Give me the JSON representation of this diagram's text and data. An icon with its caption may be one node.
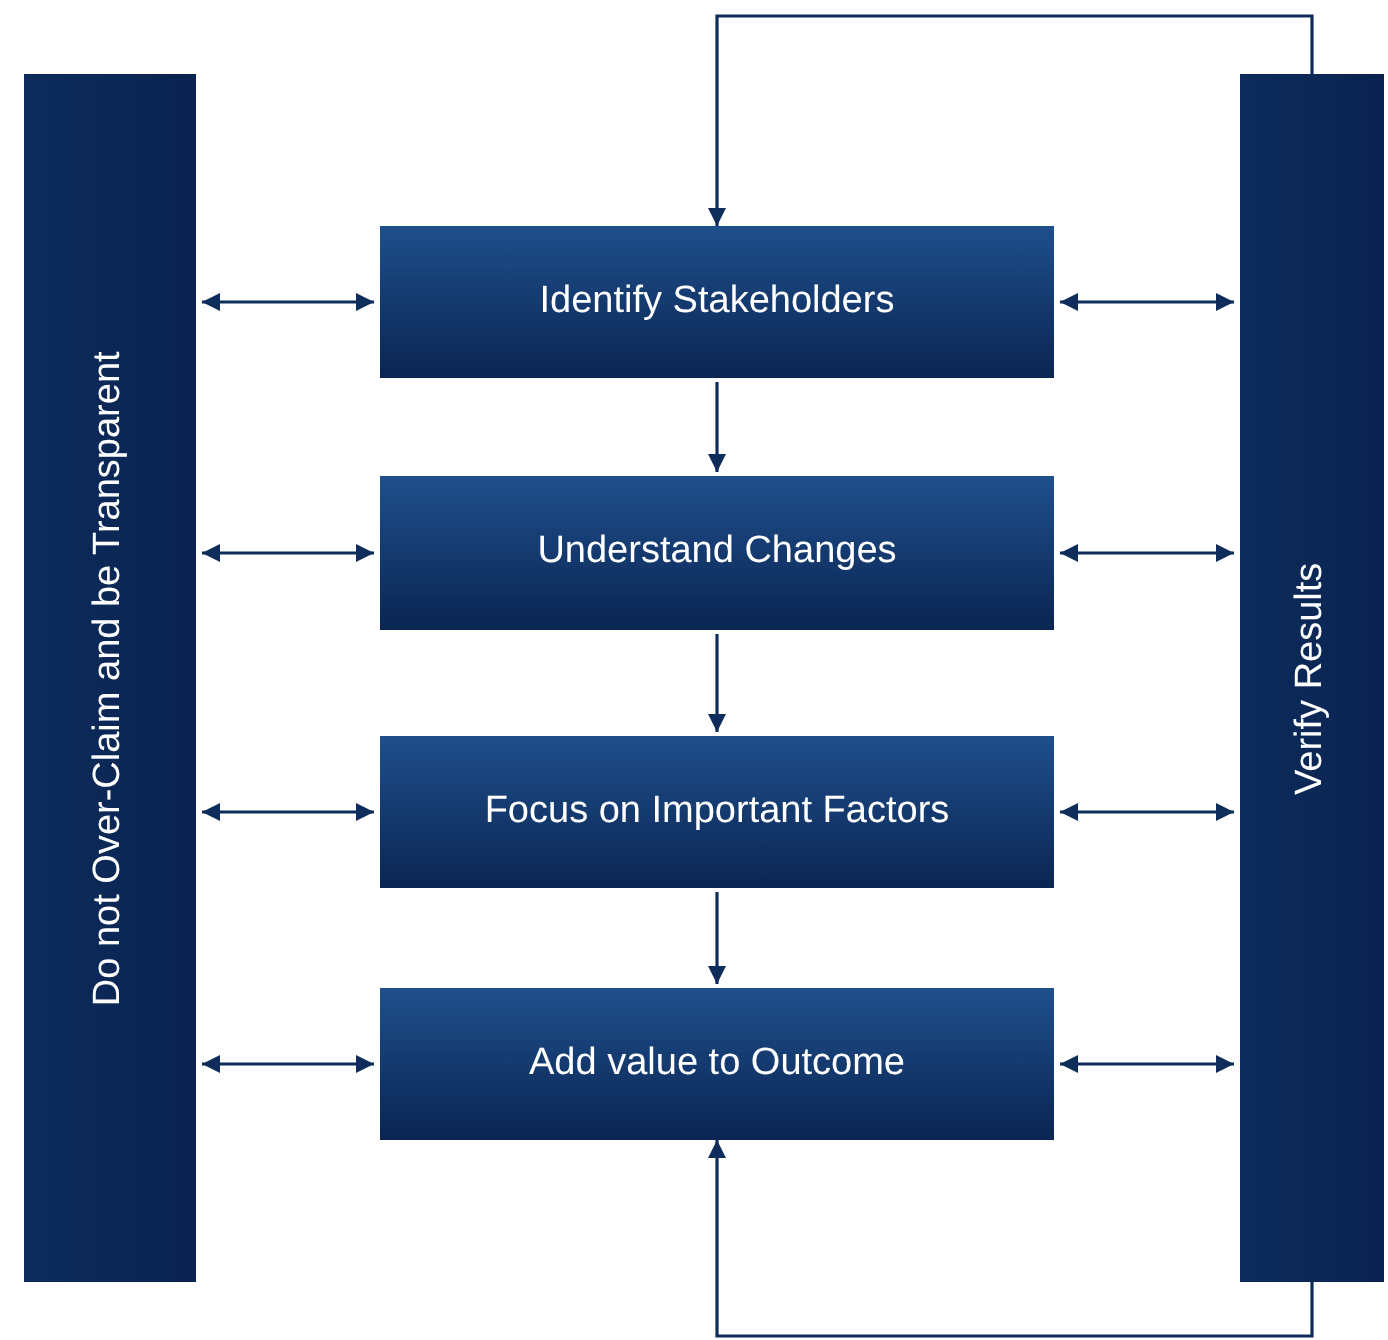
{
  "diagram": {
    "nodes": [
      {
        "text": [
          "Do not Over-Claim and be Transparent"
        ]
      },
      {
        "text": [
          "Identify Stakeholders"
        ]
      },
      {
        "text": [
          "Understand Changes"
        ]
      },
      {
        "text": [
          "Focus on Important Factors"
        ]
      },
      {
        "text": [
          "Add value to Outcome"
        ]
      },
      {
        "text": [
          "Verify Results"
        ]
      }
    ],
    "edges": [
      {
        "from": 0,
        "to": 1,
        "arrow": "both"
      },
      {
        "from": 1,
        "to": 5,
        "arrow": "both"
      },
      {
        "from": 1,
        "to": 2,
        "arrow": "to"
      },
      {
        "from": 0,
        "to": 2,
        "arrow": "both"
      },
      {
        "from": 2,
        "to": 5,
        "arrow": "both"
      },
      {
        "from": 2,
        "to": 3,
        "arrow": "to"
      },
      {
        "from": 0,
        "to": 3,
        "arrow": "both"
      },
      {
        "from": 3,
        "to": 5,
        "arrow": "both"
      },
      {
        "from": 3,
        "to": 4,
        "arrow": "to"
      },
      {
        "from": 0,
        "to": 4,
        "arrow": "both"
      },
      {
        "from": 4,
        "to": 5,
        "arrow": "both"
      },
      {
        "from": 5,
        "to": 1,
        "arrow": "to"
      },
      {
        "from": 5,
        "to": 4,
        "arrow": "to"
      }
    ]
  }
}
